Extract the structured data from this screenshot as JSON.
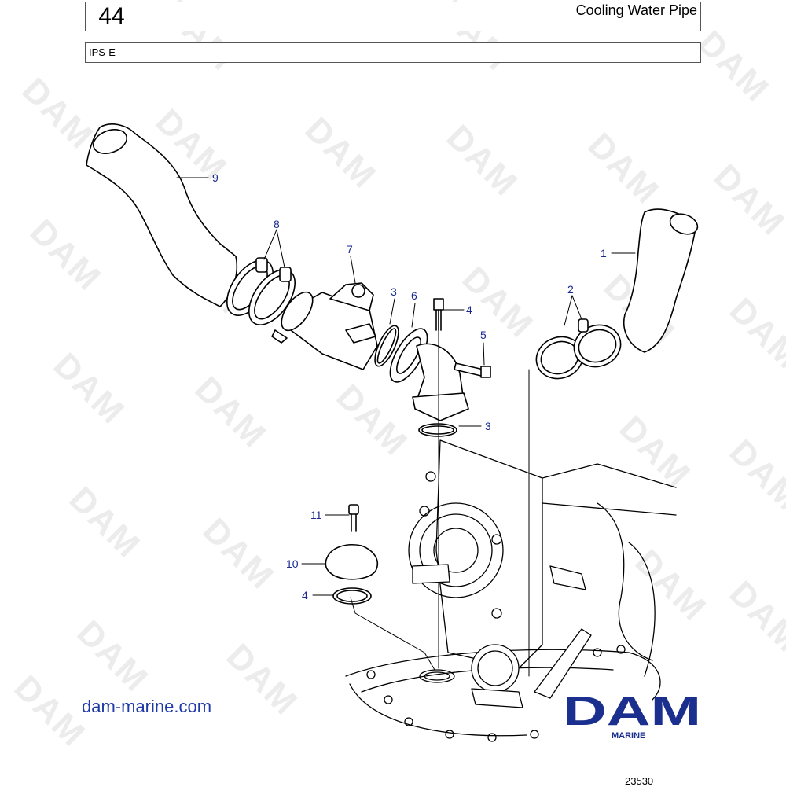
{
  "header": {
    "page_number": "44",
    "title": "Cooling Water Pipe",
    "subtitle": "IPS-E"
  },
  "watermark": {
    "text": "DAM",
    "color": "#ececec"
  },
  "callouts": [
    "1",
    "2",
    "3",
    "3",
    "4",
    "4",
    "5",
    "6",
    "7",
    "8",
    "9",
    "10",
    "11"
  ],
  "footer": {
    "website": "dam-marine.com",
    "logo_text": "DAM",
    "logo_subtext": "MARINE",
    "drawing_number": "23530"
  },
  "colors": {
    "callout": "#1a2a8f",
    "brand": "#1b2f8f",
    "line": "#000000"
  }
}
